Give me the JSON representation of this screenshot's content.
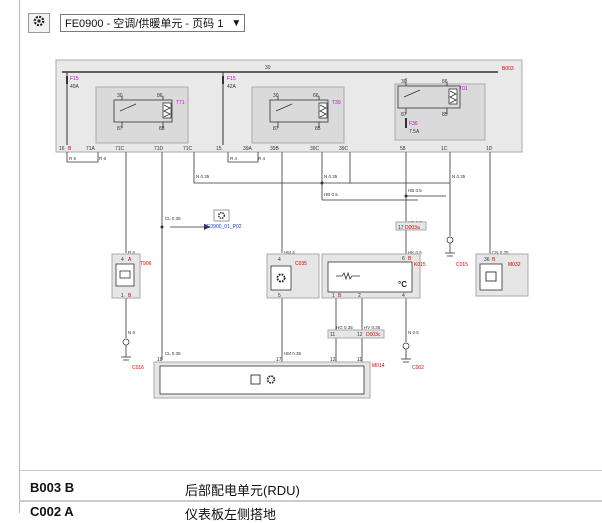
{
  "toolbar": {
    "icon": "gear-icon",
    "page_select": "FE0900 - 空调/供暖单元 - 页码 1"
  },
  "diagram": {
    "rdu": {
      "id": "B003",
      "bus": "30",
      "fuses": [
        {
          "id": "F15",
          "rating": "40A"
        },
        {
          "id": "F15",
          "rating": "42A"
        },
        {
          "id": "F36",
          "rating": "7.5A"
        }
      ],
      "relays": [
        {
          "id": "T71",
          "pins": [
            "30",
            "86",
            "87",
            "88"
          ]
        },
        {
          "id": "T39",
          "pins": [
            "30",
            "66",
            "87",
            "85"
          ]
        },
        {
          "id": "T01",
          "pins": [
            "30",
            "86",
            "87",
            "85"
          ]
        }
      ],
      "pins": [
        "16",
        "B",
        "71A",
        "71C",
        "71D",
        "71C",
        "15",
        "39A",
        "39B",
        "39C",
        "39C",
        "58",
        "1C",
        "1D"
      ]
    },
    "wires": [
      "R 6",
      "R 6",
      "R 6",
      "N 0.35",
      "R 4",
      "R 4",
      "N 0.35",
      "N 0.35",
      "HB 0.5",
      "HB 0.5",
      "HB 0.5",
      "HK 0.5",
      "CL 0.35",
      "HM 4",
      "N 6",
      "HG 0.35",
      "HV 0.35",
      "HM 0.35",
      "N 0.5",
      "CN 0.35",
      "CL 0.35"
    ],
    "reference": "FE0900_01_P02",
    "components": [
      {
        "id": "T906",
        "pins": [
          "4",
          "A",
          "1",
          "B"
        ]
      },
      {
        "id": "C035",
        "pins": [
          "4",
          "5"
        ]
      },
      {
        "id": "K015",
        "pins": [
          "6",
          "B",
          "1",
          "B",
          "2",
          "4"
        ]
      },
      {
        "id": "M032",
        "pins": [
          "36",
          "B"
        ]
      },
      {
        "id": "M014",
        "pins": [
          "18",
          "17",
          "12",
          "11"
        ]
      }
    ],
    "splices": [
      "D003a",
      "D003c"
    ],
    "splice_pins": [
      "17",
      "11",
      "12"
    ],
    "grounds": [
      "C015",
      "C016",
      "C002"
    ]
  },
  "legend": [
    {
      "code": "B003 B",
      "desc": "后部配电单元(RDU)"
    },
    {
      "code": "C002 A",
      "desc": "仪表板左侧搭地"
    }
  ]
}
